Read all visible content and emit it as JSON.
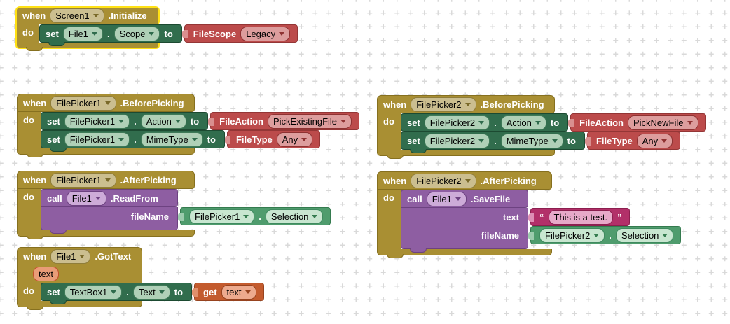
{
  "labels": {
    "when": "when",
    "do": "do",
    "set": "set",
    "to": "to",
    "call": "call",
    "get": "get",
    "dot": "."
  },
  "grid": {
    "cross_color": "#d9d9d9",
    "background": "#ffffff"
  },
  "colors": {
    "event_block": "#A98F33",
    "setter_block": "#316D4D",
    "helper_value_block": "#BC4B4B",
    "getter_block": "#4F9C6D",
    "method_call_block": "#8E5EA2",
    "variable_get_block": "#C35B2E",
    "string_block": "#B23069",
    "selected_outline": "#FFE115"
  },
  "blocks": [
    {
      "id": "screen1-initialize",
      "selected": true,
      "component": "Screen1",
      "event": ".Initialize",
      "statements": [
        {
          "kind": "set",
          "component": "File1",
          "property": "Scope",
          "value": {
            "label": "FileScope",
            "option": "Legacy"
          }
        }
      ]
    },
    {
      "id": "filepicker1-beforepicking",
      "component": "FilePicker1",
      "event": ".BeforePicking",
      "statements": [
        {
          "kind": "set",
          "component": "FilePicker1",
          "property": "Action",
          "value": {
            "label": "FileAction",
            "option": "PickExistingFile"
          }
        },
        {
          "kind": "set",
          "component": "FilePicker1",
          "property": "MimeType",
          "value": {
            "label": "FileType",
            "option": "Any"
          }
        }
      ]
    },
    {
      "id": "filepicker2-beforepicking",
      "component": "FilePicker2",
      "event": ".BeforePicking",
      "statements": [
        {
          "kind": "set",
          "component": "FilePicker2",
          "property": "Action",
          "value": {
            "label": "FileAction",
            "option": "PickNewFile"
          }
        },
        {
          "kind": "set",
          "component": "FilePicker2",
          "property": "MimeType",
          "value": {
            "label": "FileType",
            "option": "Any"
          }
        }
      ]
    },
    {
      "id": "filepicker1-afterpicking",
      "component": "FilePicker1",
      "event": ".AfterPicking",
      "call": {
        "component": "File1",
        "method": ".ReadFrom",
        "args": [
          {
            "name": "fileName",
            "value": {
              "kind": "getter",
              "component": "FilePicker1",
              "property": "Selection"
            }
          }
        ]
      }
    },
    {
      "id": "filepicker2-afterpicking",
      "component": "FilePicker2",
      "event": ".AfterPicking",
      "call": {
        "component": "File1",
        "method": ".SaveFile",
        "args": [
          {
            "name": "text",
            "value": {
              "kind": "string",
              "open_quote": "“",
              "text": "This is a test.",
              "close_quote": "”"
            }
          },
          {
            "name": "fileName",
            "value": {
              "kind": "getter",
              "component": "FilePicker2",
              "property": "Selection"
            }
          }
        ]
      }
    },
    {
      "id": "file1-gottext",
      "component": "File1",
      "event": ".GotText",
      "params": [
        "text"
      ],
      "statements": [
        {
          "kind": "set",
          "component": "TextBox1",
          "property": "Text",
          "value": {
            "kind": "get",
            "var": "text"
          }
        }
      ]
    }
  ]
}
